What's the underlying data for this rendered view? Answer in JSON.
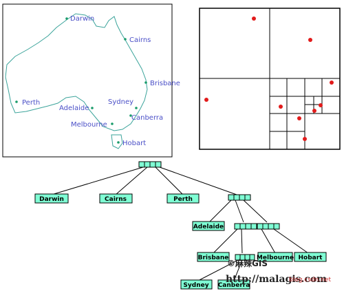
{
  "map": {
    "cities": [
      {
        "name": "Darwin"
      },
      {
        "name": "Cairns"
      },
      {
        "name": "Brisbane"
      },
      {
        "name": "Perth"
      },
      {
        "name": "Adelaide"
      },
      {
        "name": "Sydney"
      },
      {
        "name": "Canberra"
      },
      {
        "name": "Melbourne"
      },
      {
        "name": "Hobart"
      }
    ]
  },
  "tree": {
    "leaves": [
      "Darwin",
      "Cairns",
      "Perth",
      "Adelaide",
      "Brisbane",
      "Melbourne",
      "Hobart",
      "Sydney",
      "Canberra"
    ]
  },
  "watermark": {
    "name": "©麻辣GIS",
    "url": "http://malagis.com",
    "blog": "blog.csdn.net"
  },
  "colors": {
    "node_fill": "#7fffd4",
    "point": "#e21b1b",
    "coast": "#3aa39a",
    "city_label": "#4a4fc7"
  }
}
